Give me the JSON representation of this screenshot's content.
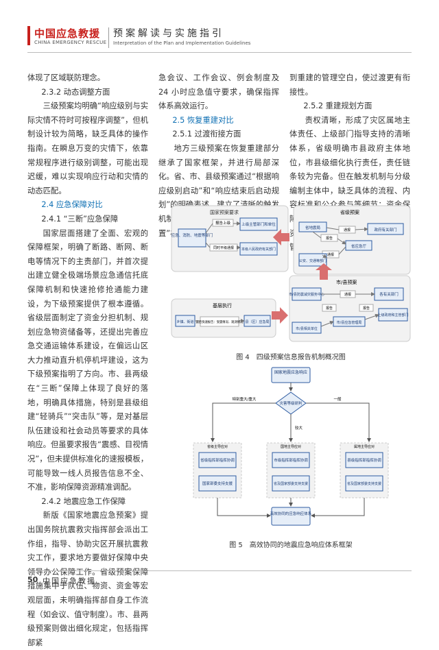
{
  "header": {
    "brand_cn": "中国应急教援",
    "brand_en": "CHINA EMERGENCY RESCUE",
    "column_cn": "预案解读与实施指引",
    "column_en": "Interpretation of the Plan and Implementation Guidelines"
  },
  "col1": [
    {
      "t": "体现了区域联防理念。",
      "c": ""
    },
    {
      "t": "2.3.2 动态调整方面",
      "c": "h3"
    },
    {
      "t": "三级预案均明确“响应级别与实际灾情不符时可按程序调整”，但机制设计较为简略，缺乏具体的操作指南。在瞬息万变的灾情下，依靠常规程序进行级别调整，可能出现迟缓，难以实现响应行动和灾情的动态匹配。",
      "c": "ind"
    },
    {
      "t": "2.4 应急保障对比",
      "c": "h2"
    },
    {
      "t": "2.4.1 “三断”应急保障",
      "c": "h3"
    },
    {
      "t": "国家层面搭建了全面、宏观的保障框架，明确了断路、断网、断电等情况下的主责部门，并首次提出建立健全极端场景应急通信托底保障机制和快速抢修抢通能力建设，为下级预案提供了根本遵循。省级层面制定了资金分担机制、规划应急物资储备等，还提出完善应急交通运输体系建设，在偏远山区大力推动直升机停机坪建设，这为下级预案指明了方向。市、县两级在“三断”保障上体现了良好的落地，明确具体措施，特别是县级组建“轻骑兵”“突击队”等，是对基层队伍建设和社会动员等要求的具体响应。但虽要求报告“震感、目视情况”，但未提供标准化的速报模板，可能导致一线人员报告信息不全、不准，影响保障资源精准调配。",
      "c": "ind"
    },
    {
      "t": "2.4.2 地震应急工作保障",
      "c": "h3"
    },
    {
      "t": "新版《国家地震应急预案》提出国务院抗震救灾指挥部会派出工作组，指导、协助灾区开展抗震救灾工作，要求地方要做好保障中央领导办公保障工作。省级预案保障措施集中于队伍、物资、资金等宏观层面，未明确指挥部自身工作流程（如会议、值守制度）。市、县两级预案则做出细化规定，包括指挥部紧",
      "c": "ind"
    }
  ],
  "col2": [
    {
      "t": "急会议、工作会议、例会制度及 24 小时应急值守要求，确保指挥体系高效运行。",
      "c": ""
    },
    {
      "t": "2.5 恢复重建对比",
      "c": "h2"
    },
    {
      "t": "2.5.1 过渡衔接方面",
      "c": "h3"
    },
    {
      "t": "地方三级预案在恢复重建部分继承了国家框架，并进行局部深化。省、市、县级预案通过“根据响应级别启动”和“响应结束后启动规划”的明确表述，建立了清晰的触发机制。市、县级预案增设的“善后处置”模块，有效填补了从应急",
      "c": "ind"
    }
  ],
  "col3": [
    {
      "t": "到重建的管理空白，使过渡更有衔接性。",
      "c": ""
    },
    {
      "t": "2.5.2 重建规划方面",
      "c": "h3"
    },
    {
      "t": "责权清晰，形成了灾区属地主体责任、上级部门指导支持的清晰体系，省级明确市县政府主体地位，市县级细化执行责任，责任链条较为完备。但在触发机制与分级编制主体中，缺乏具体的流程、内容标准和公众参与等细节；资金保障虽提出“向上争取”的建议，但对资金来源的多元性、分配机制与监管",
      "c": "ind"
    }
  ],
  "fig4": {
    "caption": "图 4　四级预案信息报告机制概况图",
    "national_title": "国家预案要求",
    "n_report_up": "报告上级",
    "n_upper": "上级主管部门和单位",
    "n_dept": "应急、消防、地震等部门",
    "n_notify": "同时平级通报",
    "n_gov": "本级人民政府有关部门",
    "prov_title": "省级预案",
    "p_bureau": "省地震局",
    "p_notify1": "通报",
    "p_gov": "政府有关部门",
    "p_report": "报告",
    "p_notify2": "通报",
    "p_office": "省应急厅",
    "p_police": "公安、交通等部门",
    "city_title": "市/县预案",
    "c_center": "市/县防震减灾服务中心",
    "c_notify": "通报",
    "c_units": "各有关部门",
    "c_report1": "报告",
    "c_report2": "报告",
    "c_upper": "上级政府和主管部门",
    "c_mgmt": "市/县应急管理局",
    "c_related": "市/县相关单位",
    "grass_title": "基层执行",
    "g_town": "乡镇、街道",
    "g_note": "震后快速报告：受震情况、观测情况",
    "g_office": "县（区）应急局"
  },
  "fig5": {
    "caption": "图 5　高效协同的地震应急响应体系框架",
    "top": "国家地震应急响应",
    "decision": "灾害等级研判",
    "left_label": "特别重大/重大",
    "mid_label": "较大",
    "right_label": "一般",
    "l_head": "省级主导应对",
    "m_head": "国地主导应对",
    "r_head": "属地主导应对",
    "l_box1": "省级指挥部指挥协调",
    "l_box2": "国家部委支持支援",
    "m_box1": "市级指挥部指挥协调",
    "m_box2": "省及国家部委支持支援",
    "r_box1": "县级指挥部指挥协调",
    "r_box2": "省及国家部委支持支援",
    "bottom": "高效协同的应急响应体系"
  },
  "footer": {
    "page": "50",
    "title": "中国应急教援"
  }
}
